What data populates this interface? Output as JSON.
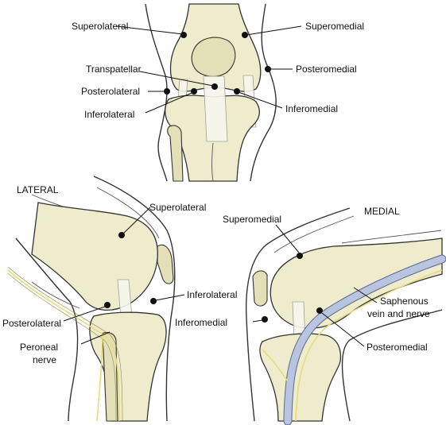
{
  "colors": {
    "bone": "#eeeccc",
    "bone_dark": "#e3e0b8",
    "ligament": "#f6f6ee",
    "outline": "#333333",
    "nerve": "#e6dc7a",
    "vein": "#b8c4e0"
  },
  "anterior_view": {
    "labels": {
      "superolateral": "Superolateral",
      "superomedial": "Superomedial",
      "transpatellar": "Transpatellar",
      "posteromedial": "Posteromedial",
      "posterolateral": "Posterolateral",
      "inferolateral": "Inferolateral",
      "inferomedial": "Inferomedial"
    }
  },
  "lateral_view": {
    "heading": "LATERAL",
    "labels": {
      "superolateral": "Superolateral",
      "inferolateral": "Inferolateral",
      "posterolateral": "Posterolateral",
      "peroneal_1": "Peroneal",
      "peroneal_2": "nerve"
    }
  },
  "medial_view": {
    "heading": "MEDIAL",
    "labels": {
      "superomedial": "Superomedial",
      "inferomedial": "Inferomedial",
      "saphenous_1": "Saphenous",
      "saphenous_2": "vein and nerve",
      "posteromedial": "Posteromedial"
    }
  }
}
